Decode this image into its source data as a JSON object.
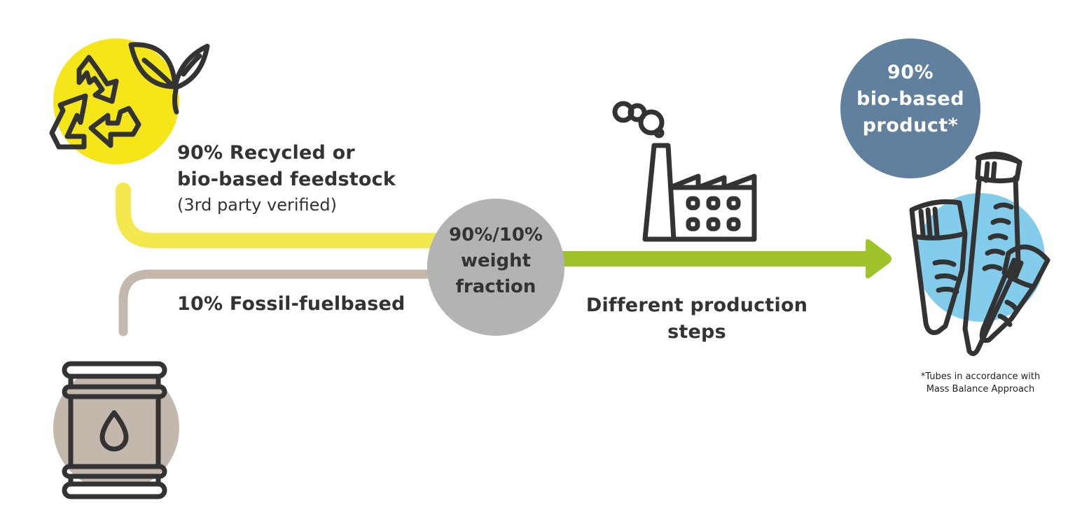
{
  "colors": {
    "recycled_yellow": "#f5e61a",
    "recycled_line": "#f3e94f",
    "fossil_taupe": "#c4b8ad",
    "mix_gray": "#b3b3b3",
    "process_green": "#a0c22b",
    "product_slate": "#61809e",
    "tube_blue": "#84ccec",
    "icon_stroke": "#333333"
  },
  "inputs": {
    "recycled": {
      "icon": "recycle-leaf-icon",
      "title_line1": "90% Recycled or",
      "title_line2": "bio-based feedstock",
      "note": "(3rd party verified)",
      "share_percent": 90
    },
    "fossil": {
      "icon": "oil-barrel-icon",
      "title": "10% Fossil-fuelbased",
      "share_percent": 10
    }
  },
  "mix": {
    "line1": "90%/10%",
    "line2": "weight",
    "line3": "fraction"
  },
  "process": {
    "icon": "factory-icon",
    "line1": "Different production",
    "line2": "steps"
  },
  "product": {
    "icon": "test-tubes-icon",
    "line1": "90%",
    "line2": "bio-based",
    "line3": "product*",
    "footnote_line1": "*Tubes in accordance with",
    "footnote_line2": "Mass Balance Approach"
  }
}
